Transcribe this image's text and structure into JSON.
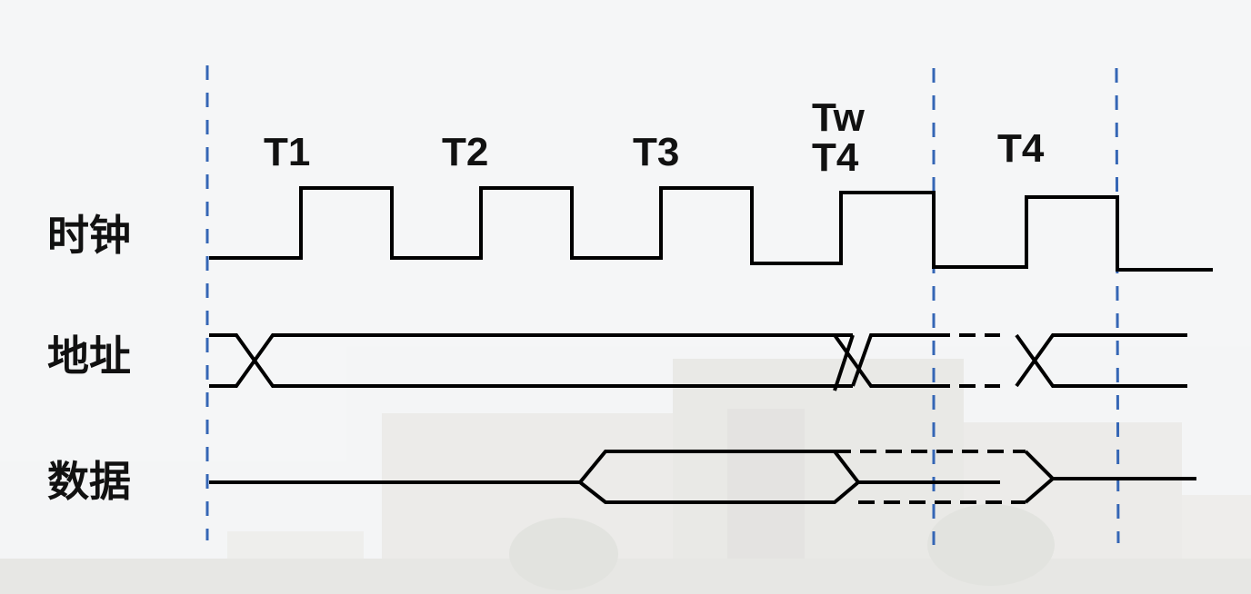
{
  "signals": {
    "clock": "时钟",
    "address": "地址",
    "data": "数据"
  },
  "periods": {
    "t1": "T1",
    "t2": "T2",
    "t3": "T3",
    "tw": "Tw",
    "t4_alt": "T4",
    "t4": "T4"
  },
  "colors": {
    "wave": "#000000",
    "divider": "#3566b5",
    "background": "#f6f7f8",
    "building": "#e3e1dc"
  }
}
